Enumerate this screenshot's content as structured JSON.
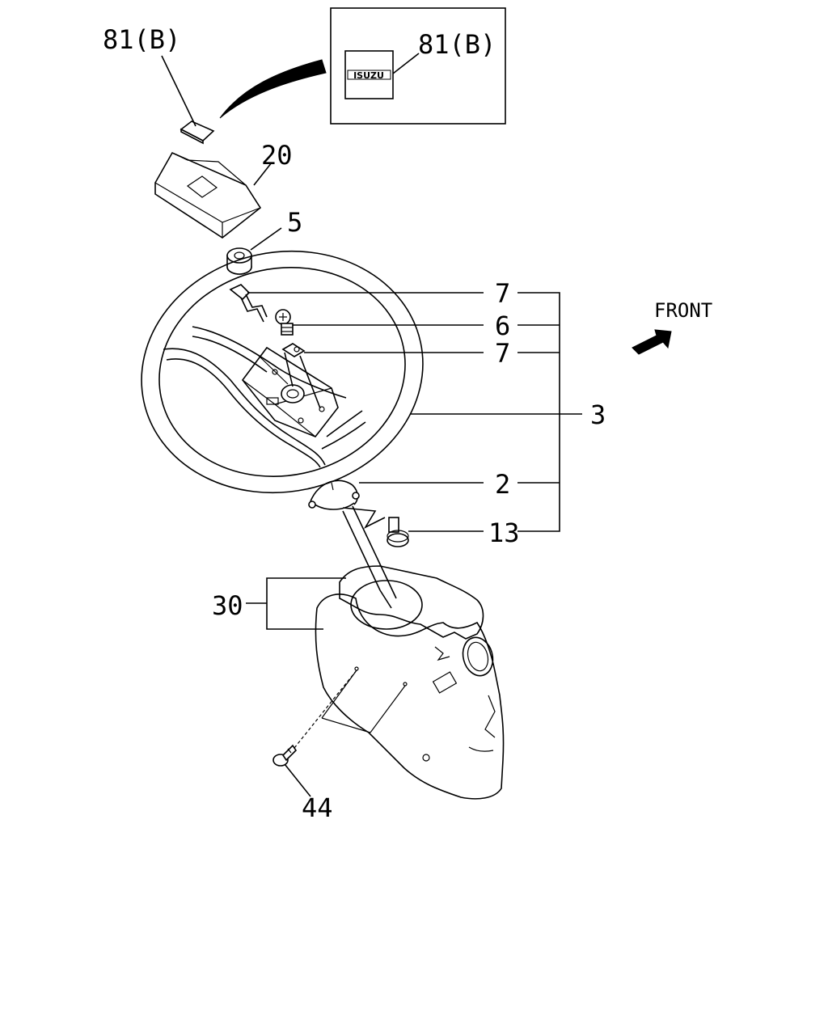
{
  "callouts": {
    "emblem": "81(B)",
    "emblem_inset": "81(B)",
    "horn_pad": "20",
    "part_5": "5",
    "part_7_upper": "7",
    "part_6": "6",
    "part_7_lower": "7",
    "steering_wheel_assembly": "3",
    "part_2": "2",
    "part_13": "13",
    "column_cover": "30",
    "screw": "44"
  },
  "emblem_logo_text": "ISUZU",
  "direction_label": "FRONT"
}
